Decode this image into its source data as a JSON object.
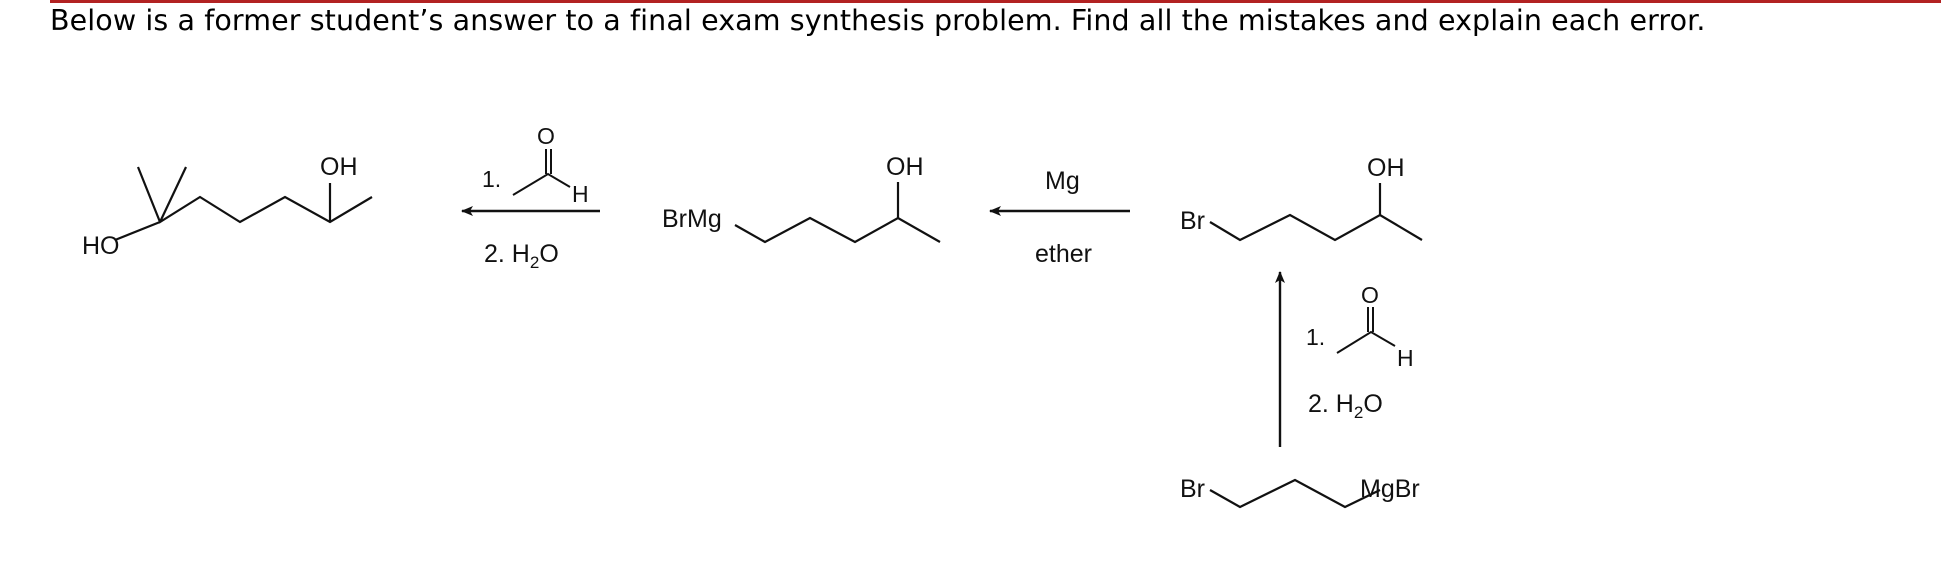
{
  "header": {
    "instruction": "Below is a former student’s answer to a final exam synthesis problem.  Find all the mistakes and explain each error.",
    "rule_color": "#b22222"
  },
  "scheme": {
    "final_product": {
      "oh_label": "OH",
      "ho_label": "HO"
    },
    "step_left": {
      "reagent_1": "1.",
      "carbonyl_o": "O",
      "carbonyl_h": "H",
      "reagent_2_prefix": "2. H",
      "reagent_2_sub": "2",
      "reagent_2_suffix": "O"
    },
    "grignard_intermediate": {
      "brmg_label": "BrMg",
      "oh_label": "OH"
    },
    "step_middle": {
      "reagent_top": "Mg",
      "reagent_bottom": "ether"
    },
    "bromo_alcohol": {
      "br_label": "Br",
      "oh_label": "OH"
    },
    "step_vertical": {
      "reagent_1": "1.",
      "carbonyl_o": "O",
      "carbonyl_h": "H",
      "reagent_2_prefix": "2. H",
      "reagent_2_sub": "2",
      "reagent_2_suffix": "O"
    },
    "starting_material": {
      "br_label": "Br",
      "mgbr_label": "MgBr"
    },
    "line_color": "#111111"
  }
}
